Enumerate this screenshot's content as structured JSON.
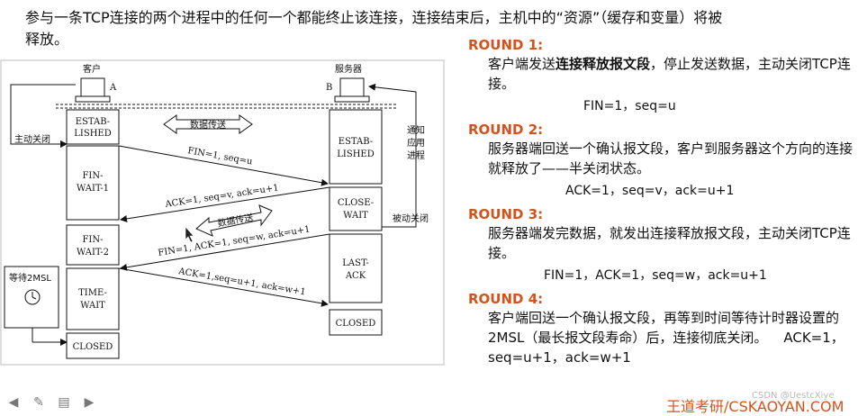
{
  "intro": {
    "line1": "参与一条TCP连接的两个进程中的任何一个都能终止该连接，连接结束后，主机中的“资源”（缓存和变量）将被",
    "line2": "释放。"
  },
  "diagram": {
    "client_label": "客户",
    "client_letter": "A",
    "server_label": "服务器",
    "server_letter": "B",
    "active_close": "主动关闭",
    "passive_close": "被动关闭",
    "notify_app": [
      "通知",
      "应用",
      "进程"
    ],
    "wait_2msl": "等待2MSL",
    "data_transfer_top": "数据传送",
    "data_transfer_mid": "数据传送",
    "client_states": [
      [
        "ESTAB-",
        "LISHED"
      ],
      [
        "FIN-",
        "WAIT-1"
      ],
      [
        "FIN-",
        "WAIT-2"
      ],
      [
        "TIME-",
        "WAIT"
      ],
      [
        "CLOSED"
      ]
    ],
    "server_states": [
      [
        "ESTAB-",
        "LISHED"
      ],
      [
        "CLOSE-",
        "WAIT"
      ],
      [
        "LAST-",
        "ACK"
      ],
      [
        "CLOSED"
      ]
    ],
    "arrows": {
      "fin1": "FIN=1, seq=u",
      "ack1": "ACK=1, seq=v, ack=u+1",
      "fin2": "FIN=1, ACK=1, seq=w, ack=u+1",
      "ack2": "ACK=1,seq=u+1, ack=w+1"
    }
  },
  "rounds": [
    {
      "title": "ROUND 1:",
      "body_pre": "客户端发送",
      "body_bold": "连接释放报文段",
      "body_post": "，停止发送数据，主动关闭TCP连接。",
      "formula": "FIN=1，seq=u"
    },
    {
      "title": "ROUND 2:",
      "body_pre": "服务器端回送一个确认报文段，客户到服务器这个方向的连接就释放了——半关闭状态。",
      "body_bold": "",
      "body_post": "",
      "formula": "ACK=1，seq=v，ack=u+1"
    },
    {
      "title": "ROUND 3:",
      "body_pre": "服务器端发完数据，就发出连接释放报文段，主动关闭TCP连接。",
      "body_bold": "",
      "body_post": "",
      "formula": "FIN=1，ACK=1，seq=w，ack=u+1"
    },
    {
      "title": "ROUND 4:",
      "body_pre": "客户端回送一个确认报文段，再等到时间等待计时器设置的2MSL（最长报文段寿命）后，连接彻底关闭。",
      "body_bold": "",
      "body_post": "",
      "formula": "ACK=1，seq=u+1，ack=w+1"
    }
  ],
  "footer": {
    "brand": "王道考研/CSKAOYAN.COM",
    "watermark": "CSDN @UestcXiye"
  },
  "colors": {
    "accent": "#d2531c"
  }
}
